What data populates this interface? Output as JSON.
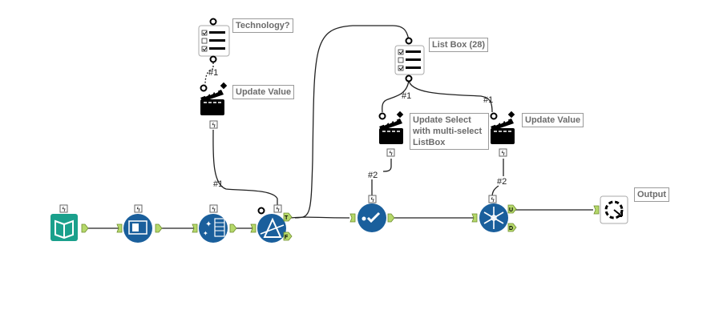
{
  "annotations": {
    "technology": "Technology?",
    "update_value_1": "Update Value",
    "list_box": "List Box (28)",
    "update_select": "Update Select\nwith multi-select\nListBox",
    "update_value_2": "Update Value",
    "output": "Output"
  },
  "connection_labels": {
    "tech_to_action": "#1",
    "action_to_filter": "#1",
    "listbox_to_select_action": "#1",
    "listbox_to_value_action": "#1",
    "select_action_to_select": "#2",
    "value_action_to_transpose": "#2"
  },
  "ports": {
    "true": "T",
    "false": "F",
    "unique": "U",
    "duplicate": "D"
  },
  "colors": {
    "tool_blue": "#1a5f9c",
    "input_teal": "#1aa08c",
    "anchor_green": "#b5d86a"
  }
}
